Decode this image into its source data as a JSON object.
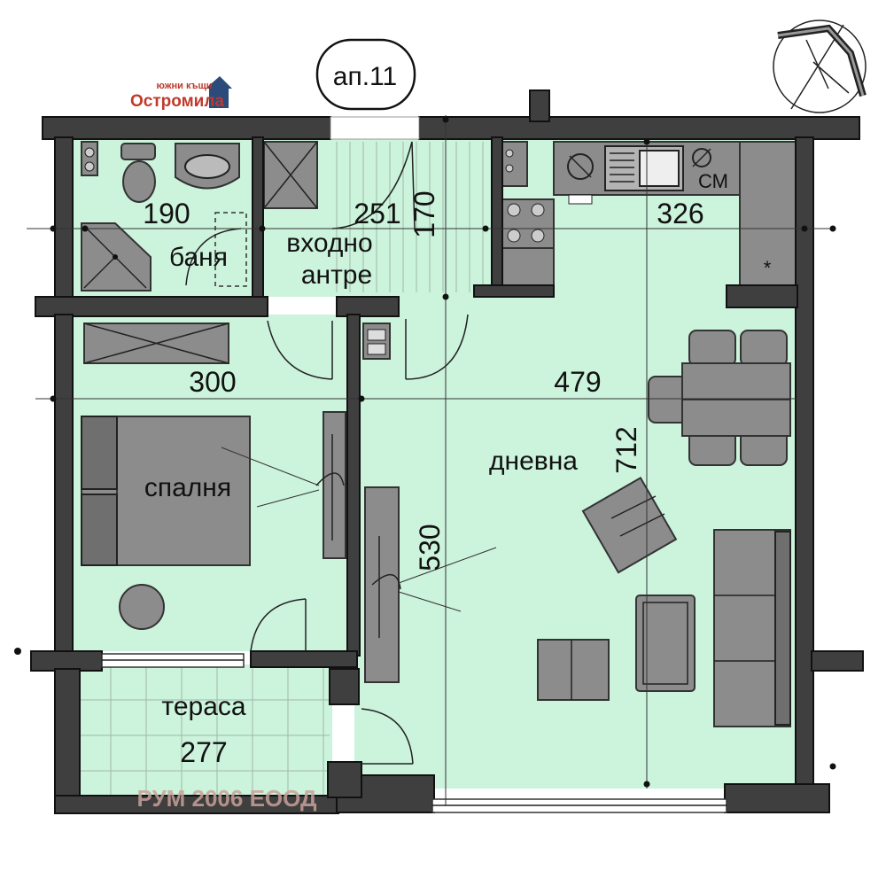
{
  "apartment": {
    "label": "ап.11"
  },
  "logo": {
    "top_text": "южни къщи",
    "main_text": "Остромила"
  },
  "watermark": {
    "text": "РУМ 2006 ЕООД"
  },
  "rooms": {
    "bathroom": {
      "label": "баня",
      "dimension": "190"
    },
    "entrance": {
      "label_line1": "входно",
      "label_line2": "антре",
      "dimension_w": "251",
      "dimension_h": "170"
    },
    "kitchen": {
      "dimension": "326",
      "appliance": "СМ",
      "fridge_mark": "*"
    },
    "corridor": {
      "dimension": "300"
    },
    "living": {
      "label": "дневна",
      "dimension_w": "479",
      "dimension_h": "712",
      "dimension_tv": "530"
    },
    "bedroom": {
      "label": "спалня"
    },
    "terrace": {
      "label": "тераса",
      "dimension": "277"
    }
  },
  "colors": {
    "wall": "#3f3f3f",
    "floor": "#ccf3dc",
    "furniture": "#8c8c8c",
    "brand_red": "#c0392b",
    "watermark": "#c9a19a"
  },
  "icons": [
    "compass-icon",
    "toilet-icon",
    "sink-icon",
    "shower-icon",
    "stove-icon",
    "kitchen-sink-icon",
    "washing-machine-icon"
  ]
}
